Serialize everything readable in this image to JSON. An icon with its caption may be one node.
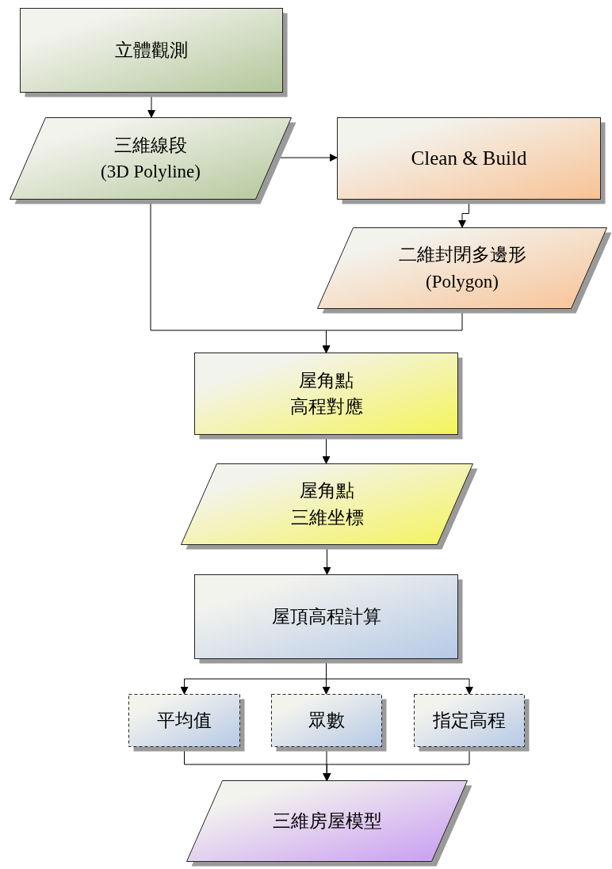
{
  "diagram": {
    "nodes": [
      {
        "text": [
          "立體觀測"
        ]
      },
      {
        "text": [
          "三維線段",
          "(3D Polyline)"
        ]
      },
      {
        "text": [
          "Clean & Build"
        ]
      },
      {
        "text": [
          "二維封閉多邊形",
          "(Polygon)"
        ]
      },
      {
        "text": [
          "屋角點",
          "高程對應"
        ]
      },
      {
        "text": [
          "屋角點",
          "三維坐標"
        ]
      },
      {
        "text": [
          "屋頂高程計算"
        ]
      },
      {
        "text": [
          "平均值"
        ]
      },
      {
        "text": [
          "眾數"
        ]
      },
      {
        "text": [
          "指定高程"
        ]
      },
      {
        "text": [
          "三維房屋模型"
        ]
      }
    ],
    "edges": [
      {
        "from": 0,
        "to": 1,
        "arrow": "to"
      },
      {
        "from": 1,
        "to": 2,
        "arrow": "to"
      },
      {
        "from": 2,
        "to": 3,
        "arrow": "to"
      },
      {
        "from": 1,
        "to": 4,
        "arrow": "to"
      },
      {
        "from": 3,
        "to": 4,
        "arrow": "to"
      },
      {
        "from": 4,
        "to": 5,
        "arrow": "to"
      },
      {
        "from": 5,
        "to": 6,
        "arrow": "to"
      },
      {
        "from": 6,
        "to": 7,
        "arrow": "to"
      },
      {
        "from": 6,
        "to": 8,
        "arrow": "to"
      },
      {
        "from": 6,
        "to": 9,
        "arrow": "to"
      },
      {
        "from": 7,
        "to": 10,
        "arrow": "to"
      },
      {
        "from": 8,
        "to": 10,
        "arrow": "to"
      },
      {
        "from": 9,
        "to": 10,
        "arrow": "to"
      }
    ]
  }
}
